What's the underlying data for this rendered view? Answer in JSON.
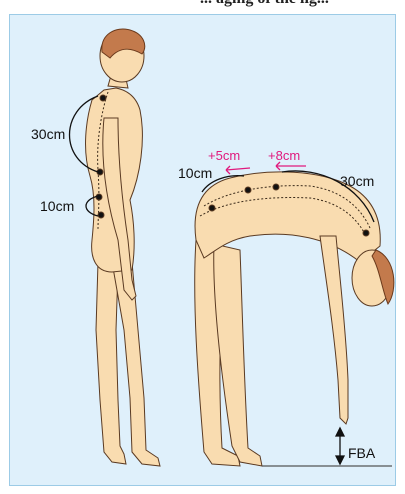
{
  "header_fragment": "... aging of the lig...",
  "colors": {
    "panel_bg": "#dff0fb",
    "panel_border": "#9ccbe6",
    "skin": "#f9dcb0",
    "hair": "#c37a4c",
    "accent": "#e0197d",
    "ink": "#111111"
  },
  "labels": {
    "standing_upper": "30cm",
    "standing_lower": "10cm",
    "bent_lower": "10cm",
    "bent_delta_1": "+5cm",
    "bent_delta_2": "+8cm",
    "bent_upper": "30cm",
    "fba": "FBA"
  }
}
